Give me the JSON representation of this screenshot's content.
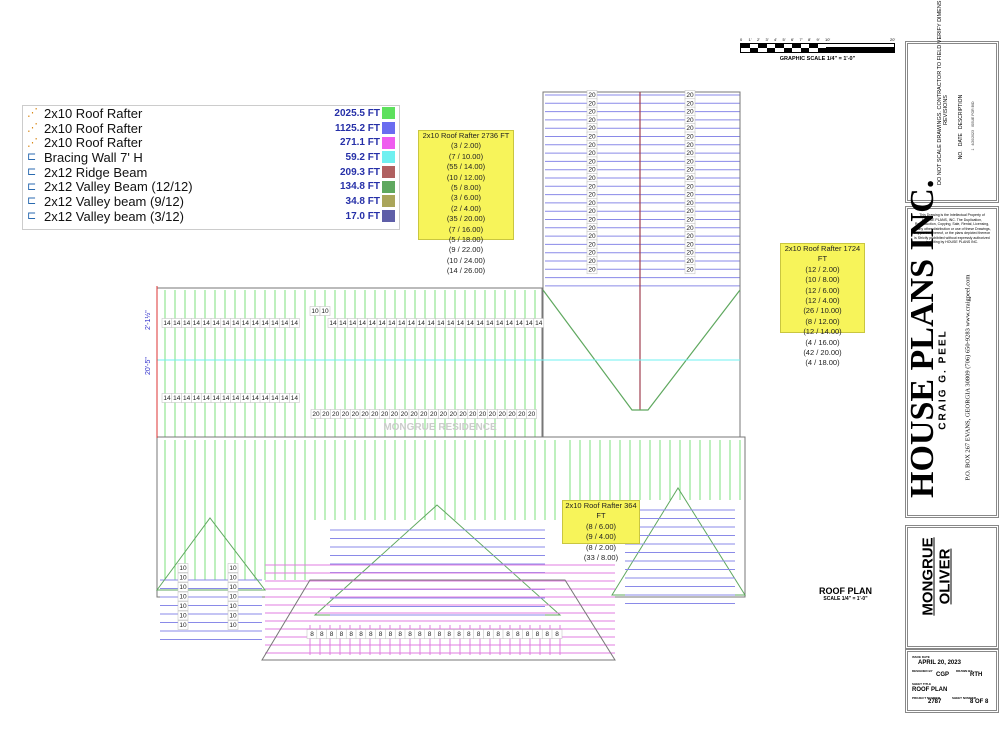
{
  "legend": [
    {
      "label": "2x10 Roof Rafter",
      "value": "2025.5 FT",
      "color": "#5de05d",
      "icon": "rafter-icon"
    },
    {
      "label": "2x10 Roof Rafter",
      "value": "1125.2 FT",
      "color": "#6a6cf0",
      "icon": "rafter-icon"
    },
    {
      "label": "2x10 Roof Rafter",
      "value": "271.1 FT",
      "color": "#ef5cef",
      "icon": "rafter-icon"
    },
    {
      "label": "Bracing Wall 7' H",
      "value": "59.2 FT",
      "color": "#6ff0f0",
      "icon": "beam-icon"
    },
    {
      "label": "2x12 Ridge Beam",
      "value": "209.3 FT",
      "color": "#b06060",
      "icon": "beam-icon"
    },
    {
      "label": "2x12 Valley Beam (12/12)",
      "value": "134.8 FT",
      "color": "#5fa85f",
      "icon": "beam-icon"
    },
    {
      "label": "2x12 Valley beam (9/12)",
      "value": "34.8 FT",
      "color": "#aaa55a",
      "icon": "beam-icon"
    },
    {
      "label": "2x12 Valley beam (3/12)",
      "value": "17.0 FT",
      "color": "#5f5fa8",
      "icon": "beam-icon"
    }
  ],
  "rafter_boxes": [
    {
      "title": "2x10 Roof Rafter 2736 FT",
      "items": [
        "(3 / 2.00)",
        "(7 / 10.00)",
        "(55 / 14.00)",
        "(10 / 12.00)",
        "(5 / 8.00)",
        "(3 / 6.00)",
        "(2 / 4.00)",
        "(35 / 20.00)",
        "(7 / 16.00)",
        "(5 / 18.00)",
        "(9 / 22.00)",
        "(10 / 24.00)",
        "(14 / 26.00)"
      ]
    },
    {
      "title": "2x10 Roof Rafter 1724 FT",
      "items": [
        "(12 / 2.00)",
        "(10 / 8.00)",
        "(12 / 6.00)",
        "(12 / 4.00)",
        "(26 / 10.00)",
        "(8 / 12.00)",
        "(12 / 14.00)",
        "(4 / 16.00)",
        "(42 / 20.00)",
        "(4 / 18.00)"
      ]
    },
    {
      "title": "2x10 Roof Rafter 364 FT",
      "items": [
        "(8 / 6.00)",
        "(9 / 4.00)",
        "(8 / 2.00)",
        "(33 / 8.00)"
      ]
    }
  ],
  "plan": {
    "watermark": "MONGRUE RESIDENCE",
    "dim_top": "2'-1½\"",
    "dim_side": "20'-5\"",
    "rafter_labels": {
      "row14": "14",
      "row20": "20",
      "row10": "10",
      "row8": "8",
      "ridge_pair": "10 10"
    },
    "colors": {
      "rafter_green": "#7de07d",
      "rafter_blue": "#8a8ae8",
      "rafter_magenta": "#e07de0",
      "bracing": "#6ff0f0",
      "ridge": "#a04050",
      "valley": "#5fa85f"
    }
  },
  "scale_bar": {
    "ticks": [
      "0",
      "1'",
      "2'",
      "3'",
      "4'",
      "5'",
      "6'",
      "7'",
      "8'",
      "9'",
      "10'",
      "20'"
    ],
    "caption": "GRAPHIC SCALE 1/4\" = 1'-0\""
  },
  "sheet_title": {
    "title": "ROOF PLAN",
    "scale": "SCALE 1/4\" = 1'-0\""
  },
  "title_block": {
    "notice": "DO NOT SCALE DRAWINGS. CONTRACTOR TO FIELD VERIFY DIMENSIONS PRIOR TO CONSTRUCTION.",
    "revisions_label": "REVISIONS",
    "rev_headers": [
      "NO.",
      "DATE",
      "DESCRIPTION"
    ],
    "rev_row": [
      "1",
      "4/20/2023",
      "ISSUE FOR BID"
    ],
    "copyright": "This Drawing is the Intellectual Property of HOUSE PLANS, INC. The Duplication, Reproduction, Copying, Sale, Rental, Licensing, or any other distribution or use of these Drawings, any portion thereof, or the plans depicted thereon is Strictly prohibited without expressly authorized in writing by HOUSE PLANS INC.",
    "logo_text": "HOUSE PLANS INC.",
    "designer": "CRAIG G. PEEL",
    "address": "P.O. BOX 267   EVANS, GEORGIA 30809   (706) 650-9283   www.craigpeel.com",
    "client_line1": "MONGRUE",
    "client_line2": "OLIVER",
    "issue_date_label": "ISSUE DATE",
    "issue_date": "APRIL 20, 2023",
    "designed_by_label": "DESIGNED BY",
    "designed_by": "CGP",
    "drawn_by_label": "DRAWN BY",
    "drawn_by": "RTH",
    "sheet_title_label": "SHEET TITLE",
    "sheet_title": "ROOF PLAN",
    "project_label": "PROJECT NUMBER",
    "project": "2787",
    "sheet_label": "SHEET NUMBER",
    "sheet": "8 OF 8"
  }
}
